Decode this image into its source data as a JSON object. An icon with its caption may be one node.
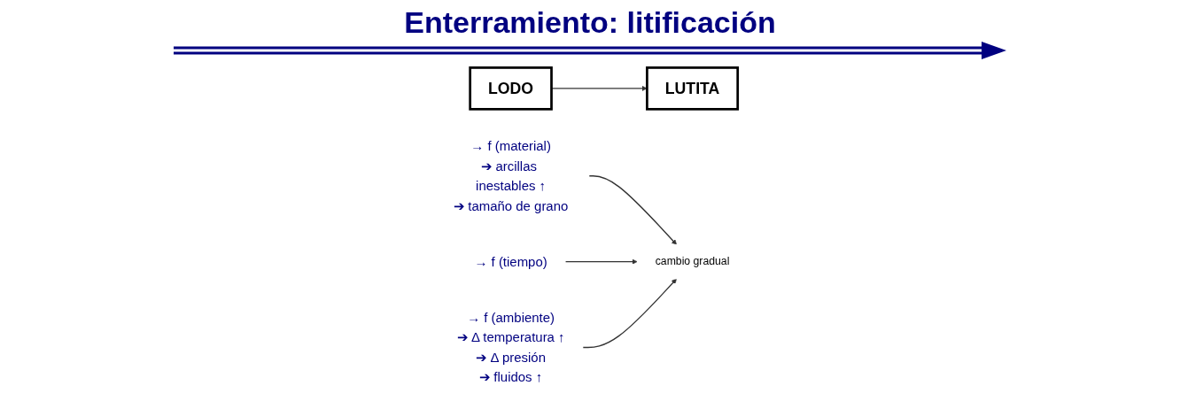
{
  "diagram": {
    "title": "Enterramiento: litificación",
    "nodes": [
      {
        "text": [
          "LODO"
        ]
      },
      {
        "text": [
          "LUTITA"
        ]
      },
      {
        "text": [
          "cambio gradual"
        ]
      },
      {
        "text": [
          "→ f (material)",
          "➔ arcillas inestables ↑",
          "➔ tamaño de grano"
        ]
      },
      {
        "text": [
          "→ f (ambiente)",
          "➔ Δ temperatura ↑",
          "➔ Δ presión",
          "➔ fluidos ↑"
        ]
      },
      {
        "text": [
          "→ f (tiempo)"
        ]
      }
    ],
    "edges": [
      {
        "from": 0,
        "to": 1,
        "arrow": "to"
      },
      {
        "from": 3,
        "to": 2,
        "arrow": "to"
      },
      {
        "from": 5,
        "to": 2,
        "arrow": "to"
      },
      {
        "from": 4,
        "to": 2,
        "arrow": "to"
      }
    ]
  }
}
